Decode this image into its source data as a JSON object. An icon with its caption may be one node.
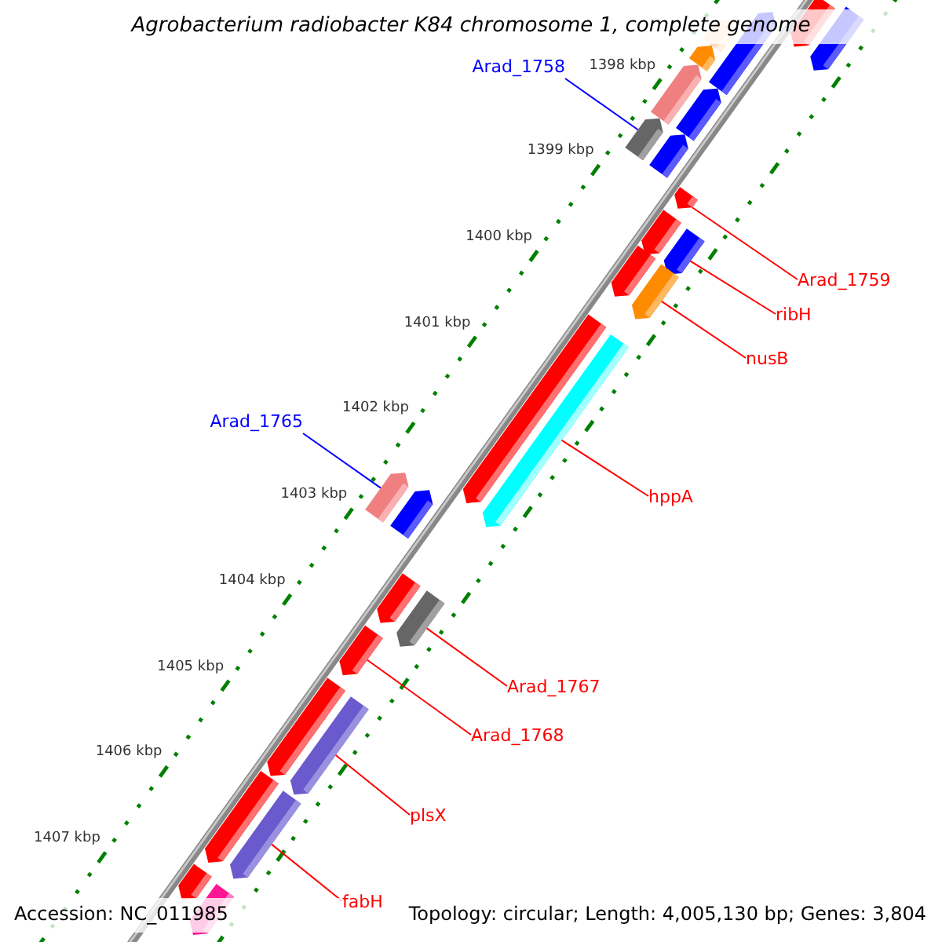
{
  "diagram": {
    "title": "Agrobacterium radiobacter K84 chromosome 1, complete genome",
    "nodes": [
      {
        "text": [
          "Arad_1758"
        ]
      },
      {
        "text": [
          "Arad_1759"
        ]
      },
      {
        "text": [
          "ribH"
        ]
      },
      {
        "text": [
          "nusB"
        ]
      },
      {
        "text": [
          "hppA"
        ]
      },
      {
        "text": [
          "Arad_1765"
        ]
      },
      {
        "text": [
          "Arad_1767"
        ]
      },
      {
        "text": [
          "Arad_1768"
        ]
      },
      {
        "text": [
          "plsX"
        ]
      },
      {
        "text": [
          "fabH"
        ]
      },
      {
        "text": [],
        "shape": "arrow"
      },
      {
        "text": [],
        "shape": "arrow"
      },
      {
        "text": [],
        "shape": "arrow"
      },
      {
        "text": [],
        "shape": "arrow"
      },
      {
        "text": [],
        "shape": "arrow"
      },
      {
        "text": [],
        "shape": "arrow"
      },
      {
        "text": [],
        "shape": "arrow"
      },
      {
        "text": [],
        "shape": "arrow"
      },
      {
        "text": [],
        "shape": "arrow"
      },
      {
        "text": [],
        "shape": "arrow"
      },
      {
        "text": [],
        "shape": "arrow"
      },
      {
        "text": [],
        "shape": "arrow"
      },
      {
        "text": [],
        "shape": "arrow"
      },
      {
        "text": [],
        "shape": "arrow"
      },
      {
        "text": [],
        "shape": "arrow"
      },
      {
        "text": [],
        "shape": "arrow"
      },
      {
        "text": [],
        "shape": "arrow"
      },
      {
        "text": [],
        "shape": "arrow"
      },
      {
        "text": [],
        "shape": "arrow"
      },
      {
        "text": [],
        "shape": "arrow"
      },
      {
        "text": [],
        "shape": "arrow"
      },
      {
        "text": [],
        "shape": "arrow"
      },
      {
        "text": [],
        "shape": "arrow"
      },
      {
        "text": [],
        "shape": "arrow"
      },
      {
        "text": [],
        "shape": "arrow"
      },
      {
        "text": [],
        "shape": "arrow"
      },
      {
        "text": [],
        "shape": "arrow"
      }
    ],
    "edges": [
      {
        "from": 0,
        "to": 10,
        "arrow": "none",
        "color": "#0000ff"
      },
      {
        "from": 1,
        "to": 11,
        "arrow": "none"
      },
      {
        "from": 2,
        "to": 12,
        "arrow": "none"
      },
      {
        "from": 3,
        "to": 13,
        "arrow": "none"
      },
      {
        "from": 4,
        "to": 14,
        "arrow": "none"
      },
      {
        "from": 5,
        "to": 15,
        "arrow": "none",
        "color": "#0000ff"
      },
      {
        "from": 6,
        "to": 16,
        "arrow": "none"
      },
      {
        "from": 7,
        "to": 17,
        "arrow": "none"
      },
      {
        "from": 8,
        "to": 18,
        "arrow": "none"
      },
      {
        "from": 9,
        "to": 19,
        "arrow": "none"
      }
    ],
    "labels": [
      "1398 kbp",
      "1399 kbp",
      "1400 kbp",
      "1401 kbp",
      "1402 kbp",
      "1403 kbp",
      "1404 kbp",
      "1405 kbp",
      "1406 kbp",
      "1407 kbp",
      "Accession: NC_011985",
      "Topology: circular; Length: 4,005,130 bp; Genes: 3,804"
    ]
  }
}
